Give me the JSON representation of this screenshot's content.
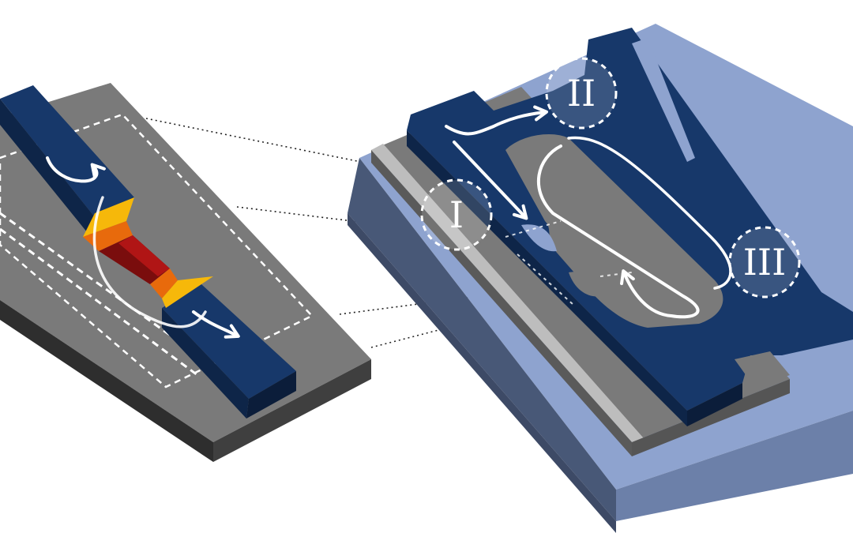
{
  "regions": {
    "region_1": "I",
    "region_2": "II",
    "region_3": "III"
  },
  "colors": {
    "waveguide_blue": "#17386a",
    "waveguide_blue_dark": "#0e2548",
    "chip_gray": "#7a7a7a",
    "chip_gray_dark": "#3a3a3a",
    "substrate_light": "#8ea3cf",
    "substrate_mid": "#6c80a9",
    "substrate_dark": "#485877",
    "hot_dark_red": "#7a0d0d",
    "hot_red": "#b01515",
    "hot_orange": "#e86a0c",
    "hot_yellow": "#f6b80a",
    "arrow": "#ffffff"
  }
}
